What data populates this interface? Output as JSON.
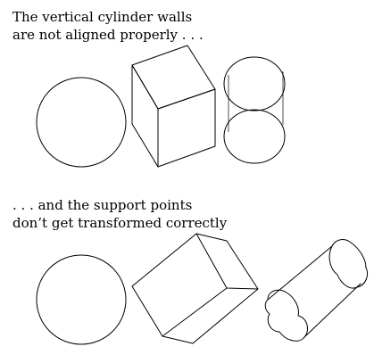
{
  "captions": {
    "top": {
      "line1": "The vertical cylinder walls",
      "line2": "are not aligned properly . . ."
    },
    "bottom": {
      "line1": ". . . and the support points",
      "line2": "don’t get transformed correctly"
    }
  },
  "colors": {
    "stroke": "#000000",
    "background": "#ffffff"
  }
}
